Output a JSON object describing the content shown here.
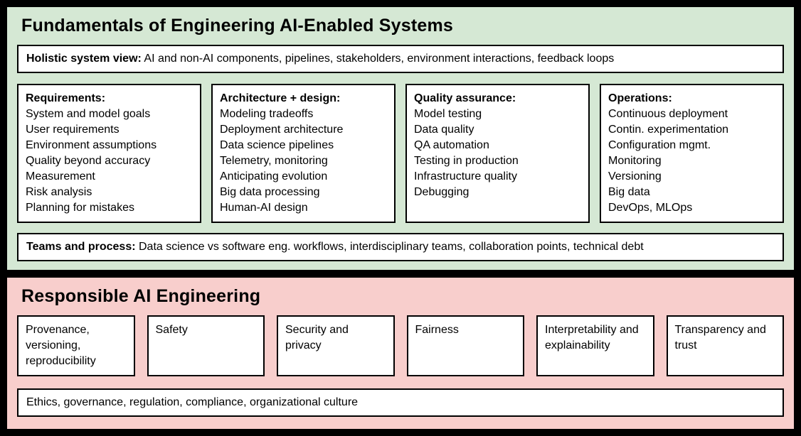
{
  "colors": {
    "fundamentals_bg": "#d5e8d4",
    "responsible_bg": "#f8cecc",
    "box_bg": "#ffffff",
    "border": "#000000",
    "outer_bg": "#000000"
  },
  "fundamentals": {
    "title": "Fundamentals of Engineering AI-Enabled Systems",
    "holistic": {
      "label": "Holistic system view:",
      "text": " AI and non-AI components, pipelines, stakeholders, environment interactions, feedback loops"
    },
    "columns": [
      {
        "heading": "Requirements:",
        "items": [
          "System and model goals",
          "User requirements",
          "Environment assumptions",
          "Quality beyond accuracy",
          "Measurement",
          "Risk analysis",
          "Planning for mistakes"
        ]
      },
      {
        "heading": "Architecture + design:",
        "items": [
          "Modeling tradeoffs",
          "Deployment architecture",
          "Data science pipelines",
          "Telemetry, monitoring",
          "Anticipating evolution",
          "Big data processing",
          "Human-AI design"
        ]
      },
      {
        "heading": "Quality assurance:",
        "items": [
          "Model testing",
          "Data quality",
          "QA automation",
          "Testing in production",
          "Infrastructure quality",
          "Debugging"
        ]
      },
      {
        "heading": "Operations:",
        "items": [
          "Continuous deployment",
          "Contin. experimentation",
          "Configuration mgmt.",
          "Monitoring",
          "Versioning",
          "Big data",
          "DevOps, MLOps"
        ]
      }
    ],
    "teams": {
      "label": "Teams and process:",
      "text": " Data science vs software eng. workflows, interdisciplinary teams, collaboration points, technical debt"
    }
  },
  "responsible": {
    "title": "Responsible AI Engineering",
    "boxes": [
      "Provenance, versioning, reproducibility",
      "Safety",
      "Security and privacy",
      "Fairness",
      "Interpretability and explainability",
      "Transparency and trust"
    ],
    "footer": "Ethics, governance, regulation, compliance, organizational culture"
  }
}
